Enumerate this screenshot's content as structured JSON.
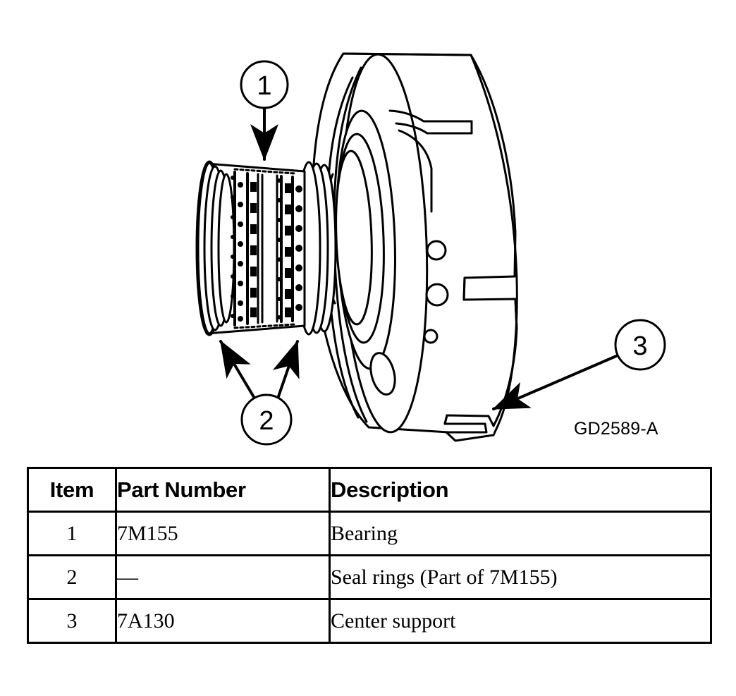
{
  "figure": {
    "code_label": "GD2589-A",
    "callouts": [
      {
        "id": "1",
        "label": "1",
        "target": "bearing"
      },
      {
        "id": "2",
        "label": "2",
        "target": "seal-rings"
      },
      {
        "id": "3",
        "label": "3",
        "target": "center-support"
      }
    ],
    "components": [
      "bearing-assembly",
      "seal-ring-left",
      "seal-ring-right",
      "center-support-housing",
      "support-rib",
      "mounting-holes",
      "edge-notch",
      "bottom-tab"
    ]
  },
  "table": {
    "headers": [
      "Item",
      "Part Number",
      "Description"
    ],
    "rows": [
      {
        "item": "1",
        "part_number": "7M155",
        "description": "Bearing"
      },
      {
        "item": "2",
        "part_number": "—",
        "description": "Seal rings (Part of 7M155)"
      },
      {
        "item": "3",
        "part_number": "7A130",
        "description": "Center support"
      }
    ]
  },
  "colors": {
    "ink": "#000000",
    "paper": "#ffffff"
  }
}
